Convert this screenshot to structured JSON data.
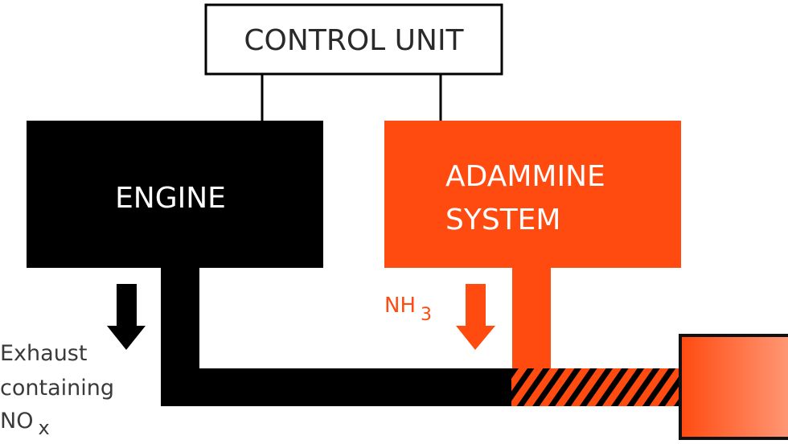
{
  "control_unit": {
    "label": "CONTROL UNIT"
  },
  "engine": {
    "label": "ENGINE"
  },
  "adammine": {
    "line1": "ADAMMINE",
    "line2": "SYSTEM"
  },
  "nh3": {
    "base": "NH",
    "sub": "3"
  },
  "exhaust": {
    "line1": "Exhaust",
    "line2": "containing",
    "line3_base": "NO",
    "line3_sub": "x"
  },
  "colors": {
    "orange": "#ff4a10",
    "black": "#000000",
    "text_dark": "#3a3a3a",
    "gradient_end": "#ff9a78"
  }
}
